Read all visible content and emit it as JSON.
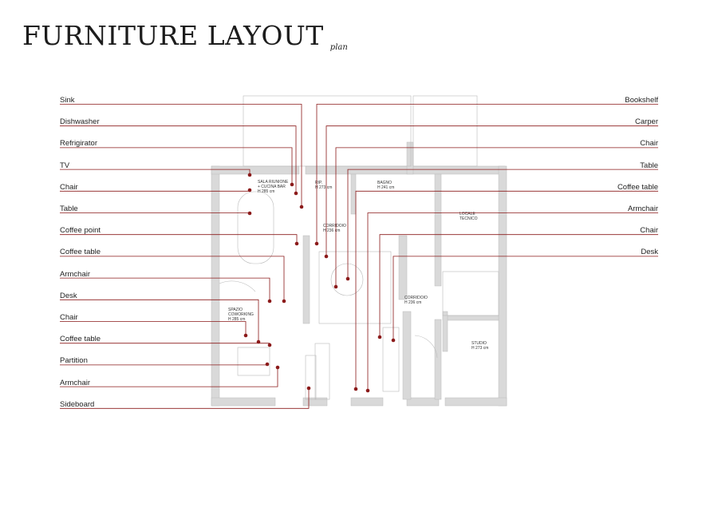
{
  "title": "FURNITURE LAYOUT",
  "subtitle": "plan",
  "accent_color": "#8b1a1a",
  "left_labels": [
    "Sink",
    "Dishwasher",
    "Refrigirator",
    "TV",
    "Chair",
    "Table",
    "Coffee point",
    "Coffee table",
    "Armchair",
    "Desk",
    "Chair",
    "Coffee table",
    "Partition",
    "Armchair",
    "Sideboard"
  ],
  "right_labels": [
    "Bookshelf",
    "Carper",
    "Chair",
    "Table",
    "Coffee table",
    "Armchair",
    "Chair",
    "Desk"
  ],
  "rooms": {
    "sala": {
      "l1": "SALA RIUNIONE",
      "l2": "+ CUCINA BAR",
      "l3": "H 285 cm"
    },
    "rip": {
      "l1": "RIP.",
      "l2": "H 273 cm"
    },
    "bagno": {
      "l1": "BAGNO",
      "l2": "H 241 cm"
    },
    "corr1": {
      "l1": "CORRIDOIO",
      "l2": "H 236 cm"
    },
    "tecnico": {
      "l1": "LOCALE",
      "l2": "TECNICO"
    },
    "cowork": {
      "l1": "SPAZIO",
      "l2": "COWORKING",
      "l3": "H 285 cm"
    },
    "corr2": {
      "l1": "CORRIDOIO",
      "l2": "H 236 cm"
    },
    "studio": {
      "l1": "STUDIO",
      "l2": "H 273 cm"
    }
  }
}
